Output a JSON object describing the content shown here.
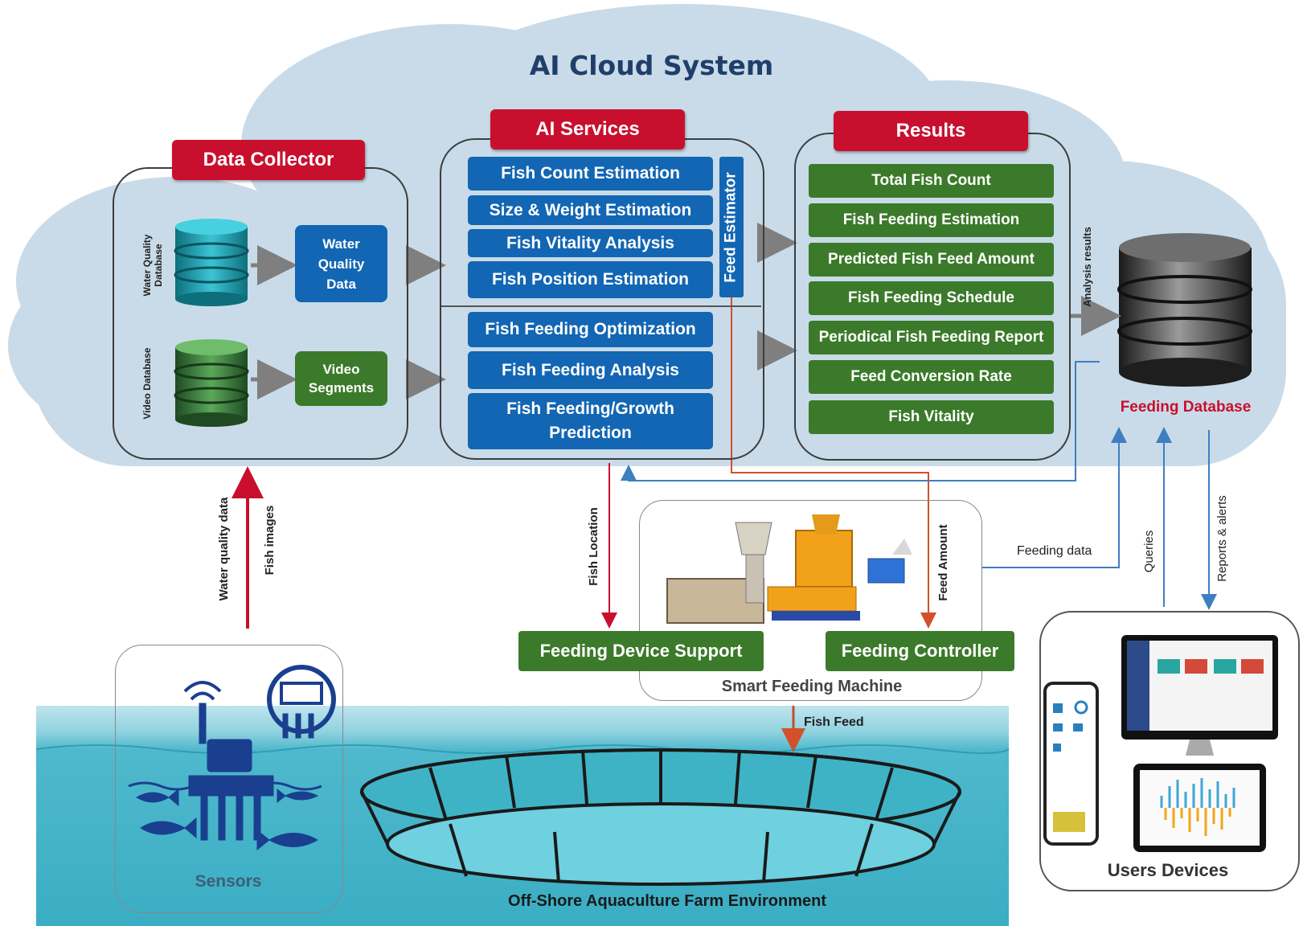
{
  "title": "AI Cloud System",
  "data_collector": {
    "tag": "Data Collector",
    "water_db_label": "Water Quality Database",
    "water_data": "Water Quality Data",
    "video_db_label": "Video Database",
    "video_segments": "Video Segments"
  },
  "ai_services": {
    "tag": "AI Services",
    "feed_estimator": "Feed Estimator",
    "top": [
      "Fish Count Estimation",
      "Size & Weight Estimation",
      "Fish Vitality Analysis",
      "Fish Position Estimation"
    ],
    "bottom": [
      "Fish Feeding Optimization",
      "Fish Feeding Analysis",
      "Fish Feeding/Growth Prediction"
    ]
  },
  "results": {
    "tag": "Results",
    "items": [
      "Total Fish Count",
      "Fish Feeding Estimation",
      "Predicted Fish Feed Amount",
      "Fish Feeding Schedule",
      "Periodical Fish Feeding Report",
      "Feed Conversion Rate",
      "Fish Vitality"
    ]
  },
  "feeding_database": {
    "label": "Feeding Database",
    "analysis_results": "Analysis results"
  },
  "flows": {
    "water_quality_data": "Water quality data",
    "fish_images": "Fish images",
    "fish_location": "Fish Location",
    "feed_amount": "Feed Amount",
    "feeding_data": "Feeding data",
    "queries": "Queries",
    "reports_alerts": "Reports & alerts",
    "fish_feed": "Fish Feed"
  },
  "smart_feeding": {
    "label": "Smart Feeding Machine",
    "device_support": "Feeding Device Support",
    "controller": "Feeding Controller"
  },
  "sensors_label": "Sensors",
  "farm_label": "Off-Shore Aquaculture Farm Environment",
  "users_devices_label": "Users Devices",
  "colors": {
    "cloud": "#c9dbe8",
    "blue_box": "#1266b3",
    "green_box": "#3b7a2a",
    "red_tag": "#c8102e",
    "sea": "#4fb8cc"
  }
}
